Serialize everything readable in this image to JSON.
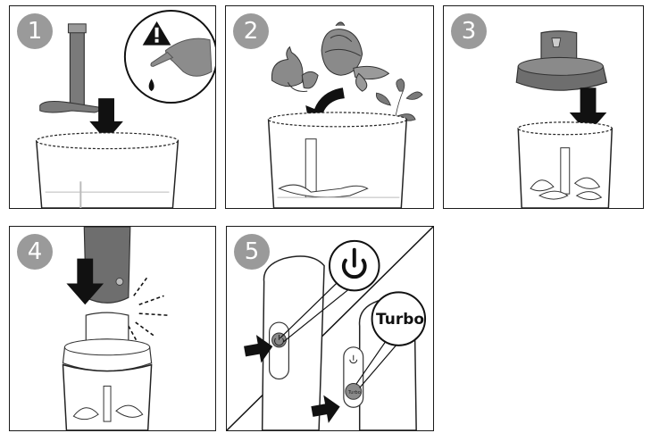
{
  "steps": [
    {
      "number": "1"
    },
    {
      "number": "2"
    },
    {
      "number": "3"
    },
    {
      "number": "4"
    },
    {
      "number": "5"
    }
  ],
  "callouts": {
    "turbo_label": "Turbo",
    "turbo_button_text": "Turbo"
  },
  "icons": {
    "warning": "warning-triangle-icon",
    "power": "power-icon"
  },
  "colors": {
    "badge": "#9a9a9a",
    "part_dark": "#6b6b6b",
    "arrow": "#111111"
  }
}
